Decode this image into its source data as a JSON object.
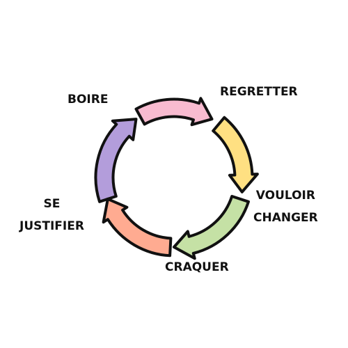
{
  "diagram": {
    "stages": [
      {
        "id": "boire",
        "lines": [
          "BOIRE"
        ],
        "color": "#b39ddb"
      },
      {
        "id": "regretter",
        "lines": [
          "REGRETTER"
        ],
        "color": "#f8bbd0"
      },
      {
        "id": "vouloir",
        "lines": [
          "VOULOIR",
          "CHANGER"
        ],
        "color": "#ffe082"
      },
      {
        "id": "craquer",
        "lines": [
          "CRAQUER"
        ],
        "color": "#c5e1a5"
      },
      {
        "id": "justifier",
        "lines": [
          "SE",
          "JUSTIFIER"
        ],
        "color": "#ffab91"
      }
    ],
    "outline_color": "#111111"
  }
}
